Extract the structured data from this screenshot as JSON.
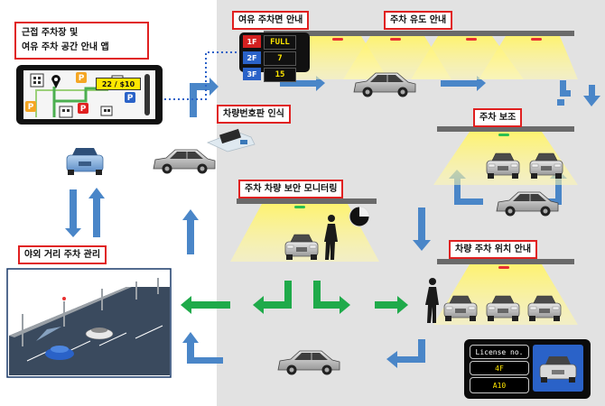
{
  "labels": {
    "app": [
      "근접 주차장 및",
      "여유 주차 공간 안내 앱"
    ],
    "available_spaces": "여유 주차면 안내",
    "parking_guidance": "주차 유도 안내",
    "plate_recognition": "차량번호판 인식",
    "parking_assist": "주차 보조",
    "security_monitoring": "주차 차량 보안 모니터링",
    "vehicle_location": "차량 주차 위치 안내",
    "street_parking": "야외 거리 주차 관리"
  },
  "app_screen": {
    "price": "22 / $10",
    "marker": "P"
  },
  "floor_status": [
    {
      "floor": "1F",
      "value": "FULL",
      "color": "#d42020"
    },
    {
      "floor": "2F",
      "value": "7",
      "color": "#2a62c8"
    },
    {
      "floor": "3F",
      "value": "15",
      "color": "#2a62c8"
    }
  ],
  "location_panel": {
    "title": "License no.",
    "floor": "4F",
    "spot": "A10"
  },
  "colors": {
    "blue_arrow": "#4a86c8",
    "green_arrow": "#1faa4a",
    "dotted_link": "#2a62c8",
    "label_border": "#e02020",
    "floor_full": "#d42020",
    "floor_free": "#2a62c8"
  }
}
